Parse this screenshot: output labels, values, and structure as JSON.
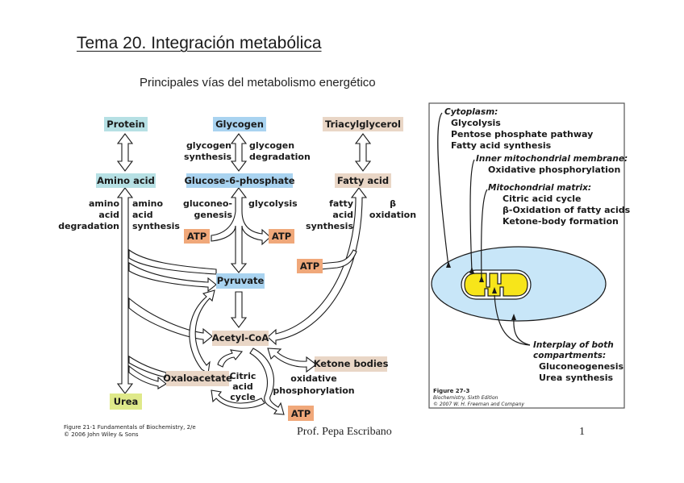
{
  "page": {
    "title": "Tema 20. Integración metabólica",
    "subtitle": "Principales vías del metabolismo energético",
    "author": "Prof. Pepa Escribano",
    "page_number": "1"
  },
  "colors": {
    "blue_box": "#a9d3f0",
    "cyan_box": "#b6e0e4",
    "tan_box": "#e9d6c6",
    "orange_box": "#f0a87a",
    "green_box": "#dfe98a",
    "cell_fill": "#c8e6f8",
    "mito_fill": "#f7e51a"
  },
  "left_figure": {
    "nodes": {
      "protein": "Protein",
      "glycogen": "Glycogen",
      "triacylglycerol": "Triacylglycerol",
      "amino_acid": "Amino acid",
      "glucose6p": "Glucose-6-phosphate",
      "fatty_acid": "Fatty acid",
      "pyruvate": "Pyruvate",
      "acetyl_coa": "Acetyl-CoA",
      "ketone_bodies": "Ketone bodies",
      "oxaloacetate": "Oxaloacetate",
      "urea": "Urea",
      "atp_1": "ATP",
      "atp_2": "ATP",
      "atp_3": "ATP",
      "atp_4": "ATP"
    },
    "labels": {
      "glycogen_synthesis": [
        "glycogen",
        "synthesis"
      ],
      "glycogen_degradation": [
        "glycogen",
        "degradation"
      ],
      "aa_degradation": [
        "amino",
        "acid",
        "degradation"
      ],
      "aa_synthesis": [
        "amino",
        "acid",
        "synthesis"
      ],
      "gluconeogenesis": [
        "gluconeo-",
        "genesis"
      ],
      "glycolysis": "glycolysis",
      "fa_synthesis": [
        "fatty",
        "acid",
        "synthesis"
      ],
      "beta_oxidation": [
        "β",
        "oxidation"
      ],
      "citric_cycle": [
        "Citric",
        "acid",
        "cycle"
      ],
      "oxphos": [
        "oxidative",
        "phosphorylation"
      ]
    },
    "caption": [
      "Figure 21-1  Fundamentals of Biochemistry, 2/e",
      "© 2006 John Wiley & Sons"
    ]
  },
  "right_figure": {
    "cytoplasm": {
      "heading": "Cytoplasm:",
      "items": [
        "Glycolysis",
        "Pentose phosphate pathway",
        "Fatty acid synthesis"
      ]
    },
    "inner_membrane": {
      "heading": "Inner mitochondrial membrane:",
      "items": [
        "Oxidative phosphorylation"
      ]
    },
    "matrix": {
      "heading": "Mitochondrial matrix:",
      "items": [
        "Citric acid cycle",
        "β-Oxidation of fatty acids",
        "Ketone-body formation"
      ]
    },
    "interplay": {
      "heading": [
        "Interplay of both",
        "compartments:"
      ],
      "items": [
        "Gluconeogenesis",
        "Urea synthesis"
      ]
    },
    "caption": [
      "Figure 27-3",
      "Biochemistry, Sixth Edition",
      "© 2007 W. H. Freeman and Company"
    ]
  }
}
